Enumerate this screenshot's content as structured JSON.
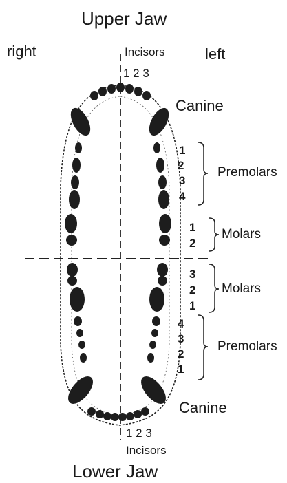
{
  "titles": {
    "upper": "Upper Jaw",
    "lower": "Lower Jaw"
  },
  "sides": {
    "right": "right",
    "left": "left"
  },
  "upper": {
    "incisors_label": "Incisors",
    "incisor_numbers": "1 2 3",
    "canine_label": "Canine",
    "premolars_label": "Premolars",
    "premolar_numbers": [
      "1",
      "2",
      "3",
      "4"
    ],
    "molars_label": "Molars",
    "molar_numbers": [
      "1",
      "2"
    ]
  },
  "lower": {
    "incisors_label": "Incisors",
    "incisor_numbers": "1 2 3",
    "canine_label": "Canine",
    "premolars_label": "Premolars",
    "premolar_numbers": [
      "4",
      "3",
      "2",
      "1"
    ],
    "molars_label": "Molars",
    "molar_numbers": [
      "3",
      "2",
      "1"
    ]
  }
}
